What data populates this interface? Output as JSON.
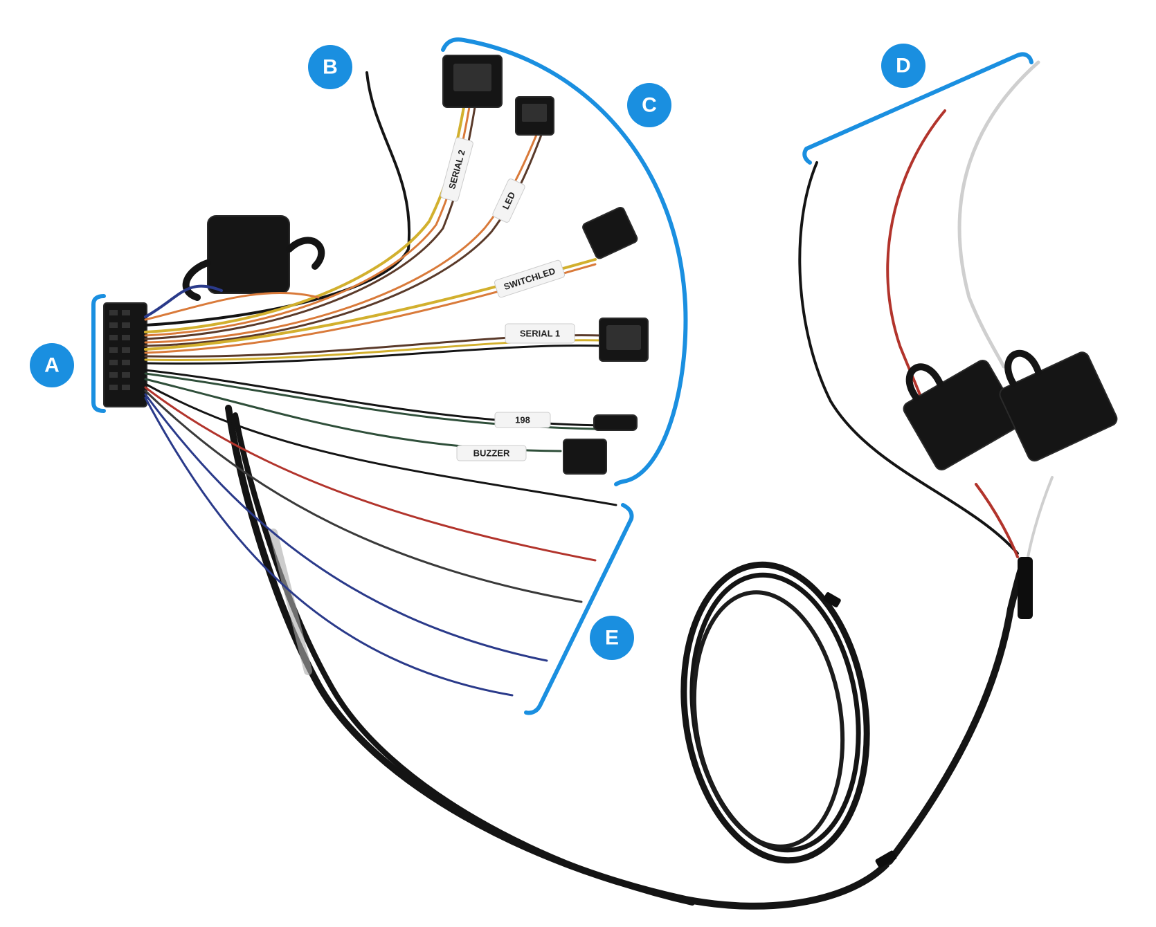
{
  "diagram": {
    "badges": {
      "a": "A",
      "b": "B",
      "c": "C",
      "d": "D",
      "e": "E"
    },
    "wire_labels": {
      "serial2": "SERIAL 2",
      "led": "LED",
      "switched": "SWITCHLED",
      "serial1": "SERIAL 1",
      "one_wire": "198",
      "buzzer": "BUZZER"
    },
    "colors": {
      "accent": "#1a8fe0",
      "wire_black": "#141414",
      "wire_red": "#b2342c",
      "wire_blue": "#2a3a8a",
      "wire_yellow": "#d2b02e",
      "wire_orange": "#d97a3a",
      "wire_brown": "#5a3a2a",
      "wire_green": "#2f4f3a",
      "wire_white": "#cfcfcf"
    }
  }
}
